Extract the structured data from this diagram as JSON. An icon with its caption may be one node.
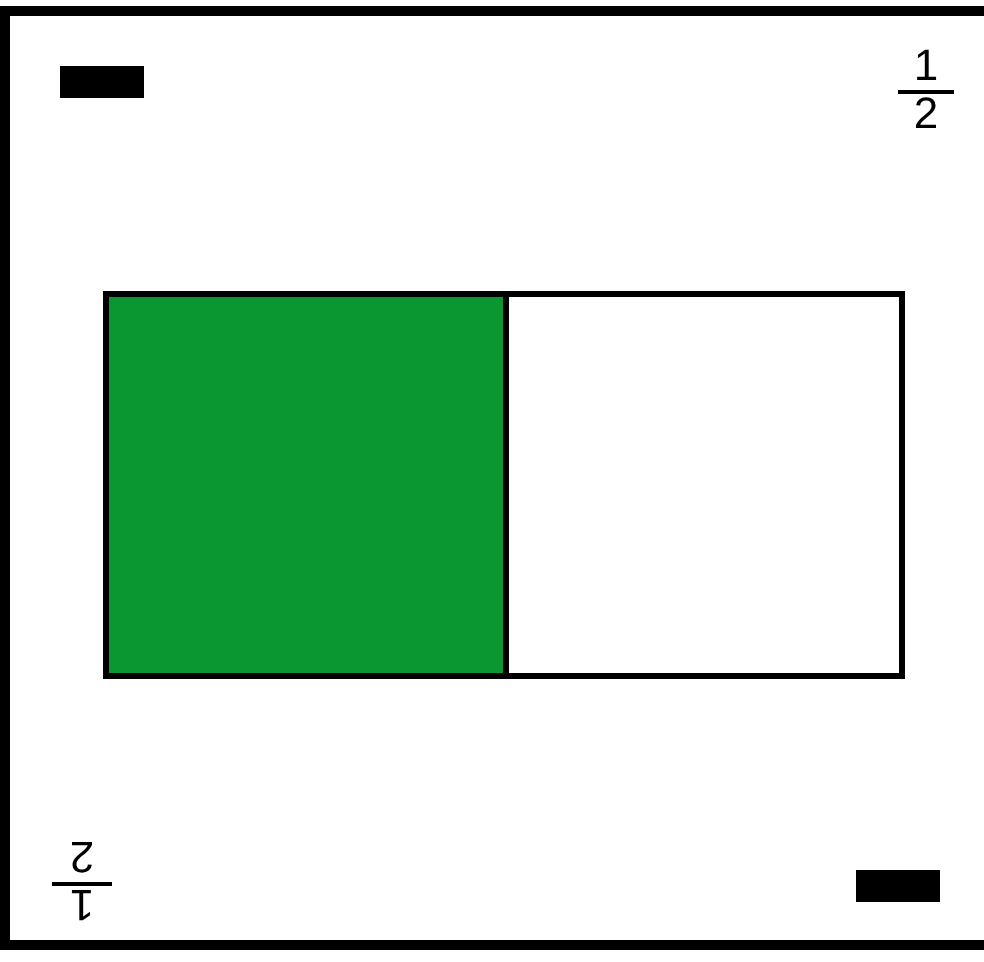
{
  "diagram": {
    "labels": [
      "1",
      "2",
      "1",
      "2"
    ]
  }
}
